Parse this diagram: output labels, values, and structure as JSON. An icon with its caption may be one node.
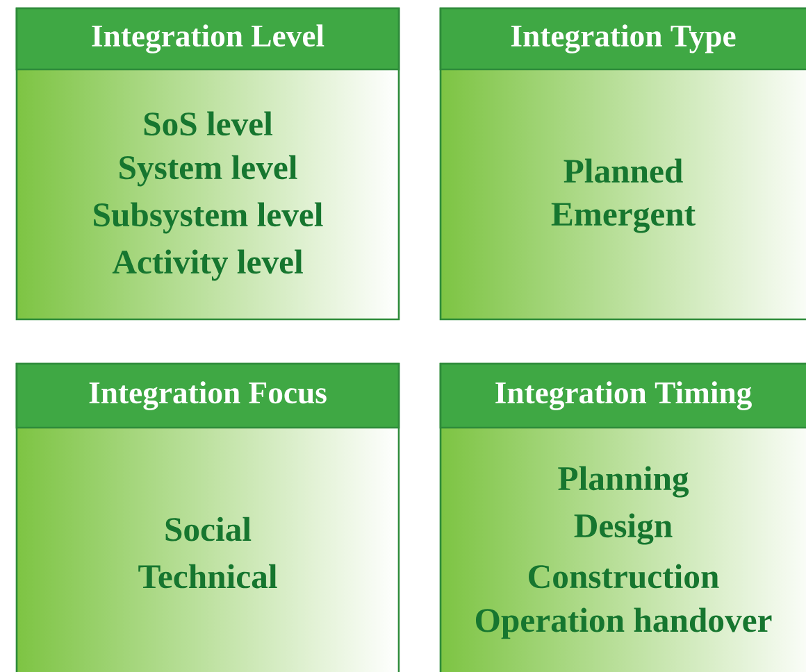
{
  "diagram": {
    "nodes": [
      {
        "text": [
          "Integration Level",
          "SoS level",
          "System level",
          "Subsystem level",
          "Activity level"
        ]
      },
      {
        "text": [
          "Integration Type",
          "Planned",
          "Emergent"
        ]
      },
      {
        "text": [
          "Integration Focus",
          "Social",
          "Technical"
        ]
      },
      {
        "text": [
          "Integration Timing",
          "Planning",
          "Design",
          "Construction",
          "Operation handover"
        ]
      }
    ]
  }
}
